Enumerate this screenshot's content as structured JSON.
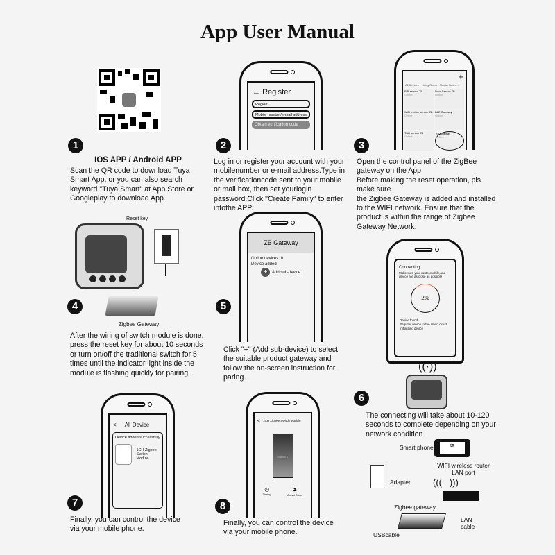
{
  "title": "App User Manual",
  "step1": {
    "num": "1",
    "heading": "IOS APP / Android APP",
    "text": "Scan the QR code to download Tuya Smart App, or you can also search keyword \"Tuya Smart\" at App Store or Googleplay to download App."
  },
  "step2": {
    "num": "2",
    "text": "Log in or register your account with your mobilenumber or e-mail address.Type in the verificationcode sent to your mobile or mail box, then set yourlogin password.Click \"Create Family\" to enter intothe APP.",
    "screen": {
      "back": "←",
      "title": "Register",
      "region": "Region",
      "mobile": "Mobile number/e-mail add",
      "mobile_suffix": "ress",
      "button": "Obtain verification code"
    }
  },
  "step3": {
    "num": "3",
    "text": "Open the control panel of the ZigBee gateway on the App\nBefore making the reset operation, pls make sure\nthe Zigbee Gateway is added and installed to the WIFI network. Ensure that the product is within the range of Zigbee Gateway Network.",
    "screen": {
      "plus": "+",
      "tabs": [
        "All Devices",
        "Living Room",
        "Master Bedro..."
      ],
      "devices": [
        {
          "name": "PIR sensor ZB",
          "status": "Online"
        },
        {
          "name": "Door Sensor ZB",
          "status": "Online"
        },
        {
          "name": "WiFi motion sensor ZB",
          "status": "Online"
        },
        {
          "name": "BLE Gateway",
          "status": "Online"
        },
        {
          "name": "T&H sensor ZB",
          "status": "Online"
        },
        {
          "name": "ZB gateway",
          "status": "Online"
        }
      ]
    }
  },
  "step4": {
    "num": "4",
    "reset_label": "Reset key",
    "gateway_label": "Zigbee Gateway",
    "text": "After the wiring of switch module is done, press the reset key for about 10 seconds or turn on/off the traditional switch for 5 times until the indicator light inside the module is flashing quickly for pairing."
  },
  "step5": {
    "num": "5",
    "text": "Click \"+\" (Add sub-device) to select the suitable product gateway and follow the on-screen instruction for paring.",
    "screen": {
      "title": "ZB Gateway",
      "online": "Online devices: 0",
      "added": "Device added",
      "add": "Add sub-device"
    }
  },
  "step6": {
    "num": "6",
    "text": "The connecting will take about 10-120 seconds to complete depending on your network condition",
    "screen": {
      "title": "Connecting",
      "hint": "Make sure your router,mobile,and device are as close as possible",
      "progress": "2%",
      "progress_value": 2,
      "found": "Device found",
      "register": "Register device to the smart cloud",
      "init": "Initializing device"
    },
    "diagram": {
      "phone": "Smart phone",
      "router": "WIFI wireless router LAN port",
      "adapter": "Adapter",
      "gateway": "Zigbee gateway",
      "usb": "USBcable",
      "lan": "LAN cable"
    }
  },
  "step7": {
    "num": "7",
    "text": "Finally, you can control the device via your mobile phone.",
    "screen": {
      "back": "<",
      "title": "All Device",
      "success": "Device added successfully",
      "device": "1CH Zigbee Switch Module"
    }
  },
  "step8": {
    "num": "8",
    "text": "Finally, you can control the device via your mobile phone.",
    "screen": {
      "back": "<",
      "title": "1CH Zigbee Switch Module",
      "switch": "Switch 1",
      "timing": "Timing",
      "countdown": "Count Down"
    }
  }
}
